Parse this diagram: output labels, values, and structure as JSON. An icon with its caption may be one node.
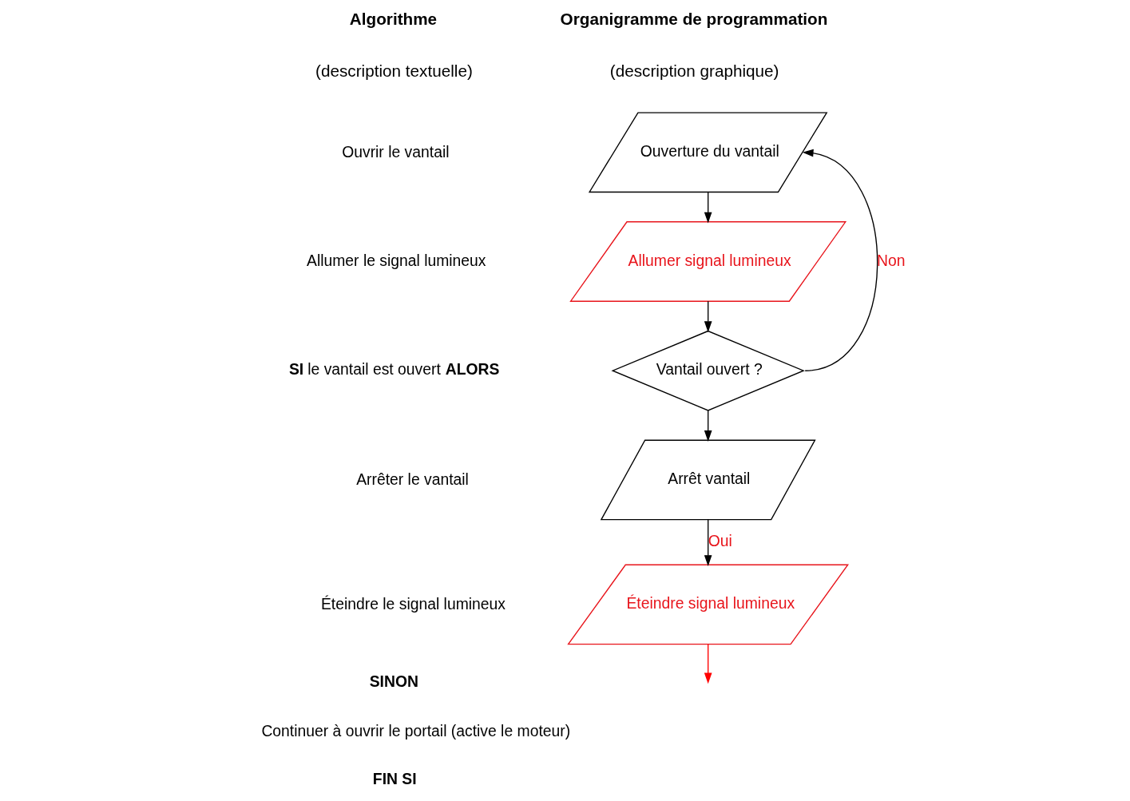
{
  "diagram": {
    "nodes": [
      {
        "text": [
          "Ouverture du vantail"
        ]
      },
      {
        "text": [
          "Allumer signal lumineux"
        ]
      },
      {
        "text": [
          "Vantail ouvert ?"
        ]
      },
      {
        "text": [
          "Arrêt vantail"
        ]
      },
      {
        "text": [
          "Éteindre signal lumineux"
        ]
      }
    ],
    "edges": [
      {
        "from": 0,
        "to": 1,
        "arrow": "to"
      },
      {
        "from": 1,
        "to": 2,
        "arrow": "to"
      },
      {
        "from": 2,
        "to": 3,
        "arrow": "to"
      },
      {
        "from": 2,
        "to": 0,
        "label": "Non",
        "arrow": "to"
      },
      {
        "from": 3,
        "to": 4,
        "label": "Oui",
        "arrow": "to"
      },
      {
        "from": 4,
        "to": null,
        "arrow": "to",
        "color": "#ff0000"
      }
    ],
    "labels": [
      "Algorithme",
      "(description textuelle)",
      "Organigramme de programmation",
      "(description graphique)",
      "Ouvrir le vantail",
      "Allumer le signal lumineux",
      "**SI** le vantail est ouvert **ALORS**",
      "Arrêter le vantail",
      "Éteindre le signal lumineux",
      "SINON",
      "Continuer à ouvrir le portail (active le moteur)",
      "FIN SI"
    ]
  }
}
